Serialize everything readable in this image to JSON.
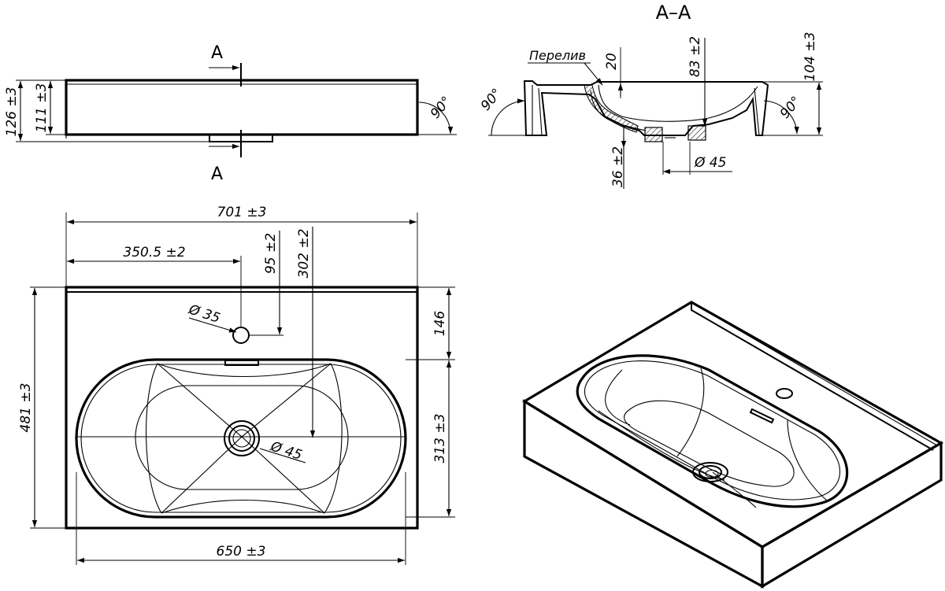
{
  "section_label": "A–A",
  "cut_marks": {
    "top": "A",
    "bottom": "A"
  },
  "side_view": {
    "dim_total_height": "126 ±3",
    "dim_body_height": "111 ±3",
    "angle": "90°"
  },
  "section_view": {
    "overflow_label": "Перелив",
    "dim_overflow": "20",
    "dim_bowl_depth": "83 ±2",
    "dim_total_height": "104 ±3",
    "dim_drain_height": "36 ±2",
    "dim_drain_diameter": "Ø 45",
    "angle_left": "90°",
    "angle_right": "90°"
  },
  "plan_view": {
    "dim_overall_width": "701 ±3",
    "dim_tap_hole_offset": "350.5 ±2",
    "dim_tap_hole_depth": "95 ±2",
    "dim_drain_depth": "302 ±2",
    "dim_tap_hole_diameter": "Ø 35",
    "dim_back_deck": "146",
    "dim_overall_depth": "481 ±3",
    "dim_bowl_depth": "313 ±3",
    "dim_drain_diameter": "Ø 45",
    "dim_bowl_width": "650 ±3"
  }
}
